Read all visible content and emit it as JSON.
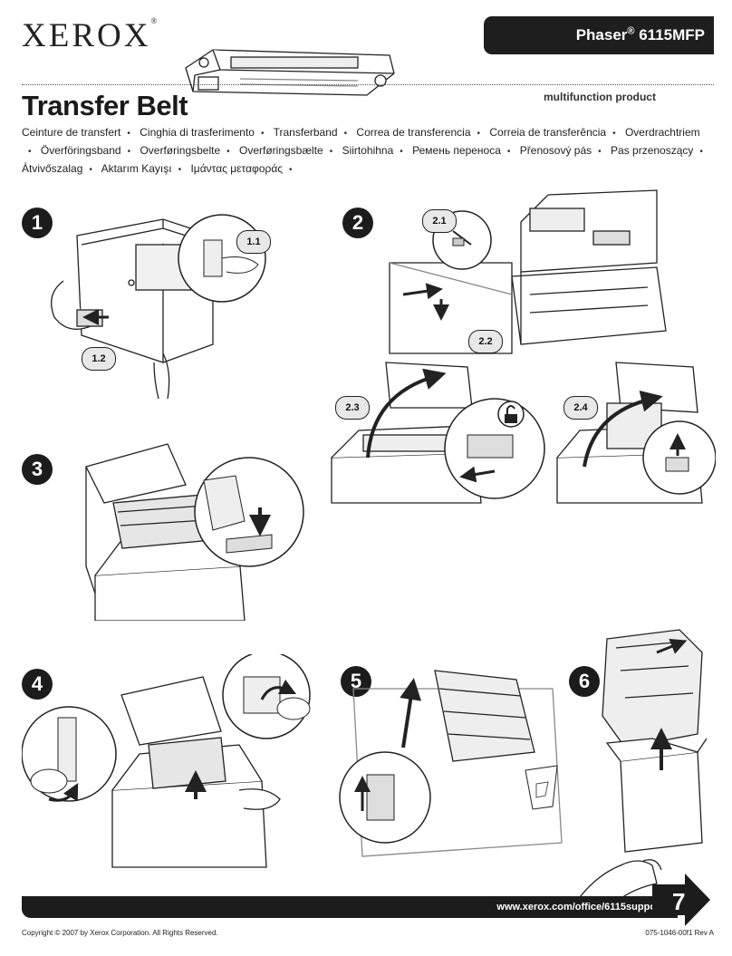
{
  "header": {
    "brand": "XEROX",
    "model_prefix": "Phaser",
    "model_reg": "®",
    "model_suffix": " 6115MFP",
    "title": "Transfer Belt",
    "subtitle": "multifunction product"
  },
  "translations": [
    "Ceinture de transfert",
    "Cinghia di trasferimento",
    "Transferband",
    "Correa de transferencia",
    "Correia de transferência",
    "Overdrachtriem",
    "Överföringsband",
    "Overføringsbelte",
    "Overføringsbælte",
    "Siirtohihna",
    "Ремень переноса",
    "Přenosový pás",
    "Pas przenoszący",
    "Átvivőszalag",
    "Aktarım Kayışı",
    "Ιμάντας μεταφοράς"
  ],
  "steps": {
    "s1": "1",
    "s1_1": "1.1",
    "s1_2": "1.2",
    "s2": "2",
    "s2_1": "2.1",
    "s2_2": "2.2",
    "s2_3": "2.3",
    "s2_4": "2.4",
    "s3": "3",
    "s4": "4",
    "s5": "5",
    "s6": "6",
    "s7": "7"
  },
  "footer": {
    "url": "www.xerox.com/office/6115support",
    "copyright": "Copyright ©  2007 by Xerox Corporation.  All Rights Reserved.",
    "doc_number": "075-1046-00f1 Rev A"
  },
  "icons": {
    "unlock": "unlock-icon",
    "recycle": "recycle-bin-icon",
    "next": "next-page-arrow-icon"
  }
}
